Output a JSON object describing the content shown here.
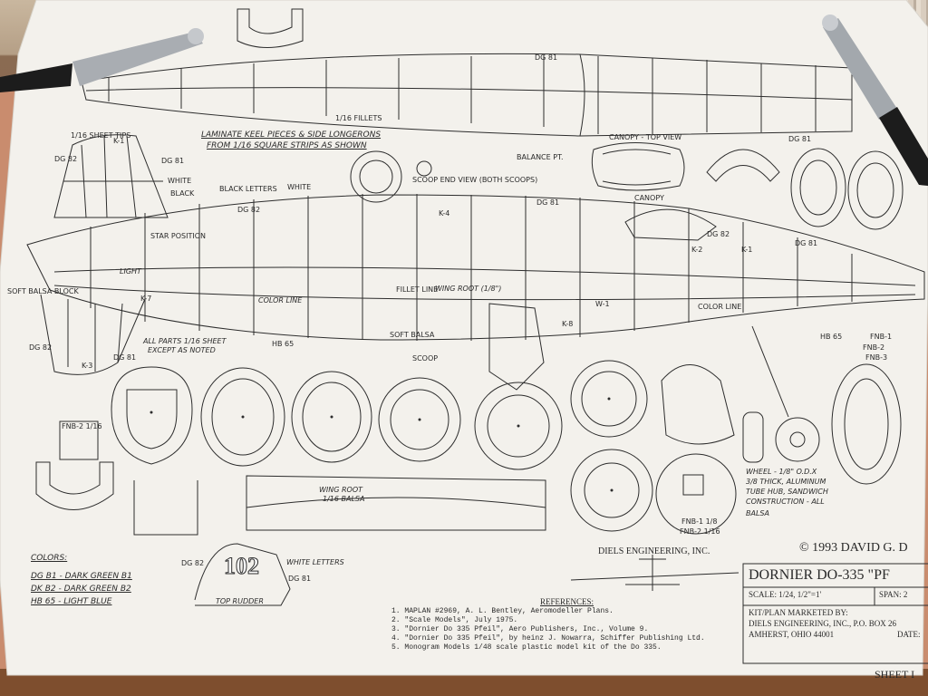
{
  "plan": {
    "title_lines": [
      "DORNIER DO-335 \"PF"
    ],
    "copyright": "© 1993 DAVID G. D",
    "publisher_box": "DIELS ENGINEERING, INC.",
    "scale_line": "SCALE: 1/24, 1/2\"=1'",
    "span_line": "SPAN: 2",
    "kit_marketed_by": "KIT/PLAN MARKETED BY:",
    "kit_address1": "DIELS ENGINEERING, INC., P.O. BOX 26",
    "kit_address2": "AMHERST, OHIO 44001",
    "date_label": "DATE:",
    "sheet_label": "SHEET I"
  },
  "references": {
    "heading": "REFERENCES:",
    "items": [
      "1.  MAPLAN #2969, A. L. Bentley, Aeromodeller Plans.",
      "2.  \"Scale Models\", July 1975.",
      "3.  \"Dornier Do 335 Pfeil\", Aero Publishers, Inc., Volume 9.",
      "4.  \"Dornier Do 335 Pfeil\", by heinz J. Nowarra, Schiffer Publishing Ltd.",
      "5.  Monogram Models 1/48 scale plastic model kit of the Do 335."
    ]
  },
  "colors_key": {
    "heading": "COLORS:",
    "items": [
      "DG B1 - DARK GREEN  B1",
      "DK B2 - DARK GREEN  B2",
      "HB 65 - LIGHT BLUE"
    ]
  },
  "annotations": {
    "laminate": "LAMINATE KEEL PIECES & SIDE LONGERONS",
    "laminate2": "FROM 1/16 SQUARE STRIPS AS SHOWN",
    "all_parts": "ALL PARTS 1/16 SHEET",
    "except": "EXCEPT AS NOTED",
    "balance_pt": "BALANCE PT.",
    "canopy_top": "CANOPY - TOP VIEW",
    "canopy": "CANOPY",
    "wing_root": "WING ROOT (1/8\")",
    "wing_root_balsa": "WING ROOT",
    "wing_root_balsa2": "1/16 BALSA",
    "soft_balsa_block": "SOFT BALSA BLOCK",
    "soft_balsa": "SOFT BALSA",
    "scoop": "SCOOP",
    "scoop_end": "SCOOP END VIEW (BOTH SCOOPS)",
    "fillet_line": "FILLET LINE",
    "color_line": "COLOR LINE",
    "wheel": "WHEEL - 1/8\" O.D.X",
    "wheel2": "3/8 THICK, ALUMINUM",
    "wheel3": "TUBE HUB, SANDWICH",
    "wheel4": "CONSTRUCTION - ALL",
    "wheel5": "BALSA",
    "white_letters": "WHITE LETTERS",
    "top_rudder": "TOP RUDDER",
    "black_letters": "BLACK LETTERS",
    "white": "WHITE",
    "black": "BLACK",
    "star_position": "STAR POSITION",
    "tips": "1/16 SHEET TIPS",
    "fillets": "1/16 FILLETS",
    "light": "LIGHT",
    "number": "102",
    "dg81": "DG 81",
    "dg82": "DG 82",
    "hb65": "HB 65",
    "k1": "K-1",
    "k2": "K-2",
    "k3": "K-3",
    "k4": "K-4",
    "k7": "K-7",
    "k8": "K-8",
    "fnb1": "FNB-1",
    "fnb2": "FNB-2",
    "fnb3": "FNB-3",
    "fnb1b": "FNB-1  1/8",
    "fnb2b": "FNB-2  1/16",
    "fnb2c": "FNB-2  1/16",
    "w1": "W-1"
  }
}
